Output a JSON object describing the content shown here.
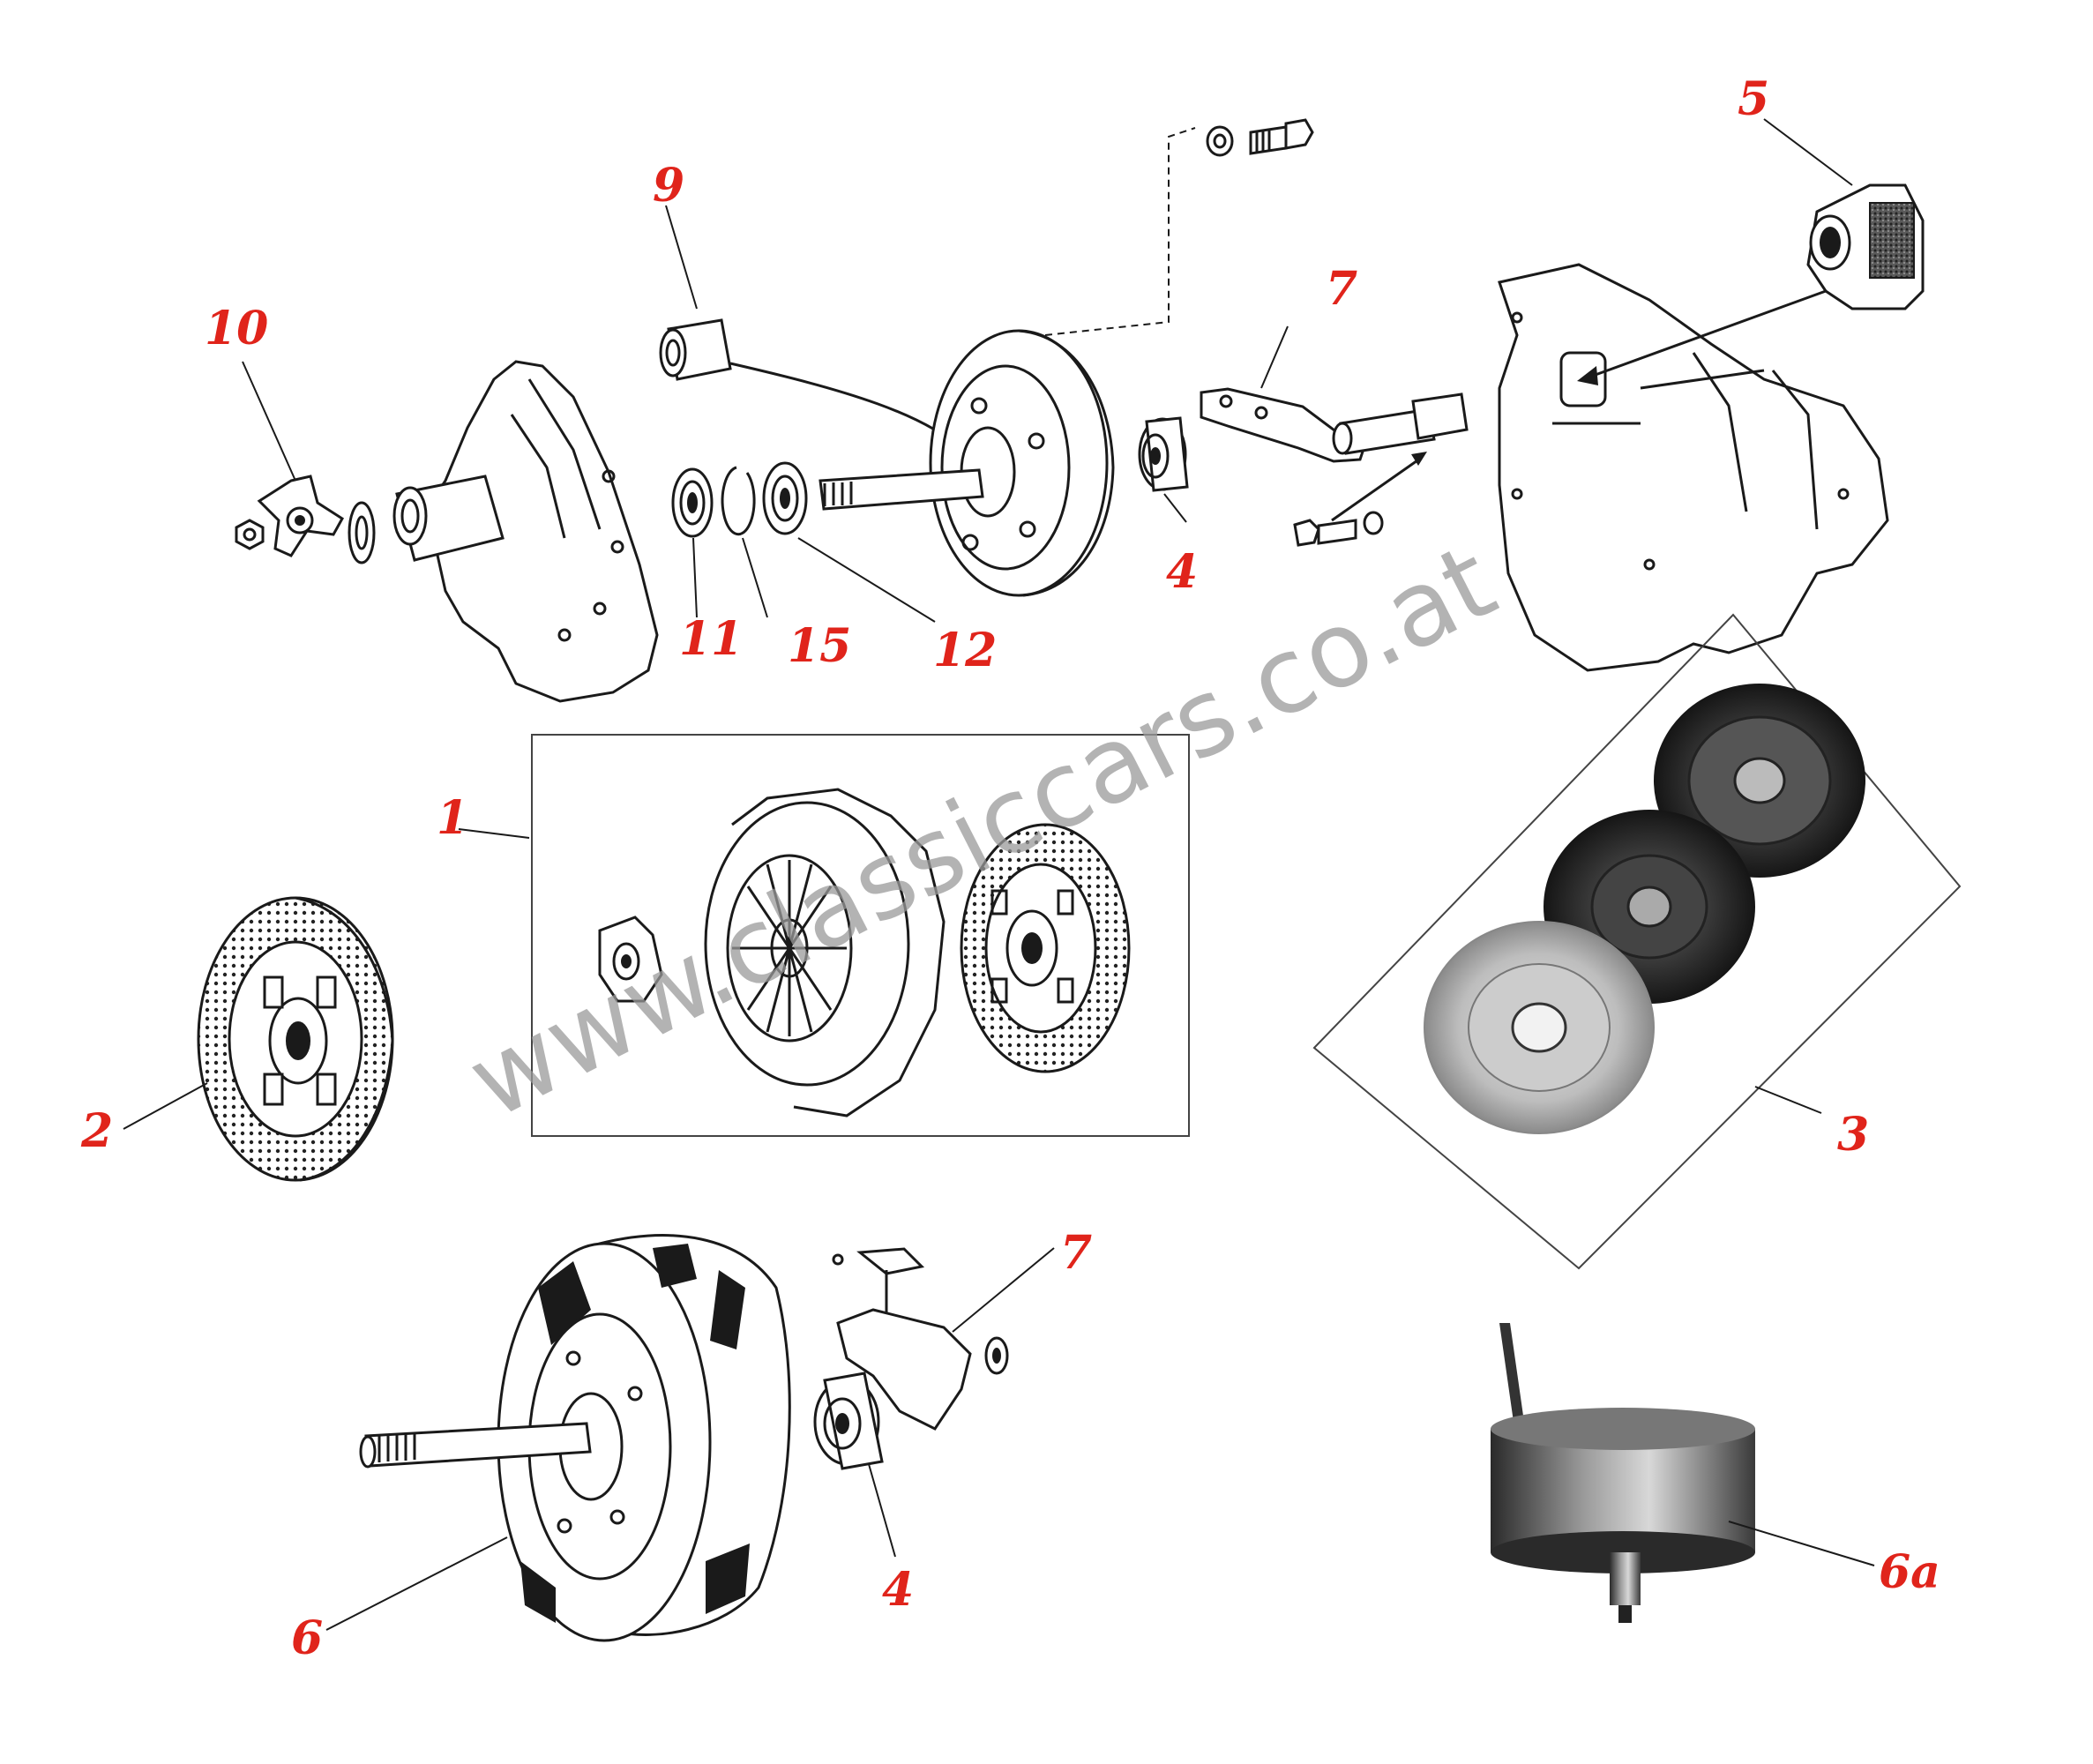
{
  "labels": {
    "l1": "1",
    "l2": "2",
    "l3": "3",
    "l4a": "4",
    "l4b": "4",
    "l5": "5",
    "l6": "6",
    "l6a": "6a",
    "l7a": "7",
    "l7b": "7",
    "l9": "9",
    "l10": "10",
    "l11": "11",
    "l12": "12",
    "l15": "15"
  },
  "watermark": "www.classiccars.co.at",
  "colors": {
    "label": "#e0241b",
    "ink": "#1a1a1a",
    "watermark": "#9a9a9a"
  }
}
